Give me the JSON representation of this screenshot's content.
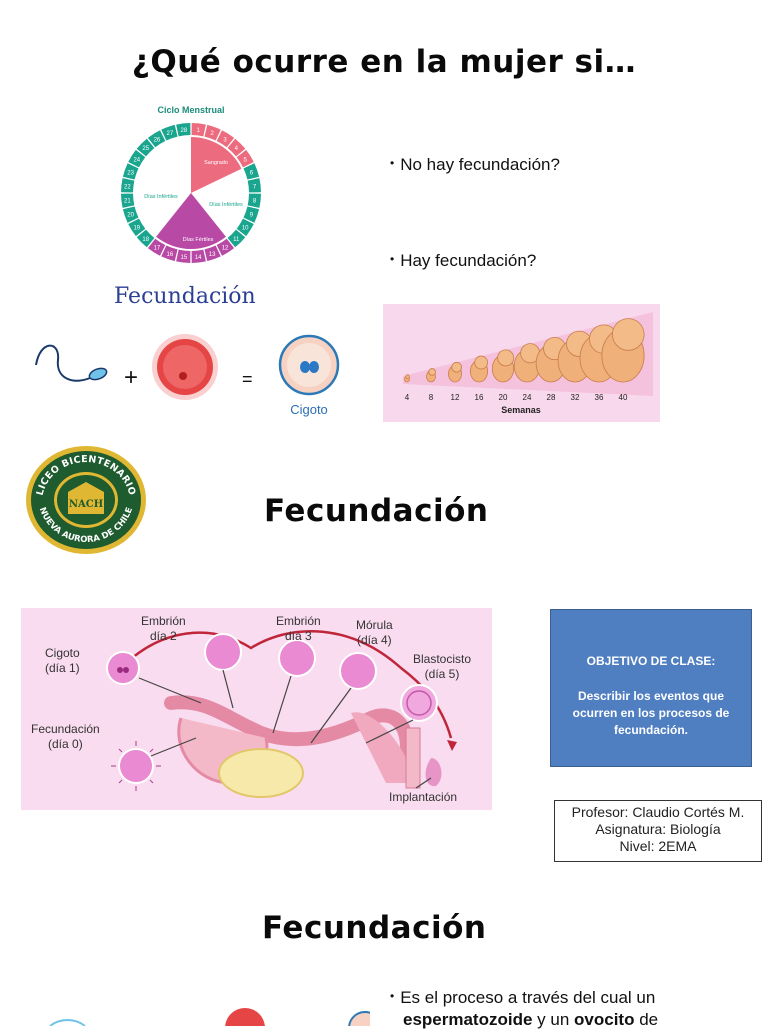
{
  "slide1": {
    "title": "¿Qué ocurre en la mujer si…",
    "cycle": {
      "title": "Ciclo Menstrual",
      "days": [
        "1",
        "2",
        "3",
        "4",
        "5",
        "6",
        "7",
        "8",
        "9",
        "10",
        "11",
        "12",
        "13",
        "14",
        "15",
        "16",
        "17",
        "18",
        "19",
        "20",
        "21",
        "22",
        "23",
        "24",
        "25",
        "26",
        "27",
        "28"
      ],
      "sangrado": "Sangrado",
      "infertil_left": "Días Infértiles",
      "infertil_right": "Días Infértiles",
      "fertil": "Días Fértiles"
    },
    "bullet_1": "No hay fecundación?",
    "bullet_2": "Hay fecundación?",
    "fecundacion_label": "Fecundación",
    "cigoto_label": "Cigoto",
    "plus": "+",
    "equals": "=",
    "weeks": [
      "4",
      "8",
      "12",
      "16",
      "20",
      "24",
      "28",
      "32",
      "36",
      "40"
    ],
    "semanas_label": "Semanas"
  },
  "slide2": {
    "title": "Fecundación",
    "logo": {
      "top_text": "LICEO BICENTENARIO",
      "bottom_text": "NUEVA AURORA DE CHILE",
      "badge": "NACH"
    },
    "stages": {
      "cigoto": "Cigoto",
      "cigoto_day": "(día 1)",
      "embrion2": "Embrión",
      "embrion2_day": "día 2",
      "embrion3": "Embrión",
      "embrion3_day": "día 3",
      "morula": "Mórula",
      "morula_day": "(día 4)",
      "blasto": "Blastocisto",
      "blasto_day": "(día 5)",
      "fecundacion": "Fecundación",
      "fecundacion_day": "(día 0)",
      "implantacion": "Implantación"
    },
    "objective_title": "OBJETIVO DE CLASE:",
    "objective_text": "Describir los eventos que ocurren en los procesos de fecundación.",
    "teacher": "Profesor: Claudio Cortés M.",
    "subject": "Asignatura: Biología",
    "level": "Nivel: 2EMA"
  },
  "slide3": {
    "title": "Fecundación",
    "bullet_line1": "Es el proceso a través del cual un",
    "bullet_bold1": "espermatozoide",
    "bullet_mid": " y un ",
    "bullet_bold2": "ovocito",
    "bullet_end": " de"
  },
  "colors": {
    "teal": "#1aa58f",
    "pink": "#ec6b7e",
    "purple": "#b84aa6",
    "objective_bg": "#4f7ec1",
    "diagram_bg": "#f9dcef",
    "fetus_bg": "#f8d8ec",
    "logo_green": "#1e5b2e",
    "logo_gold": "#e0b733"
  }
}
